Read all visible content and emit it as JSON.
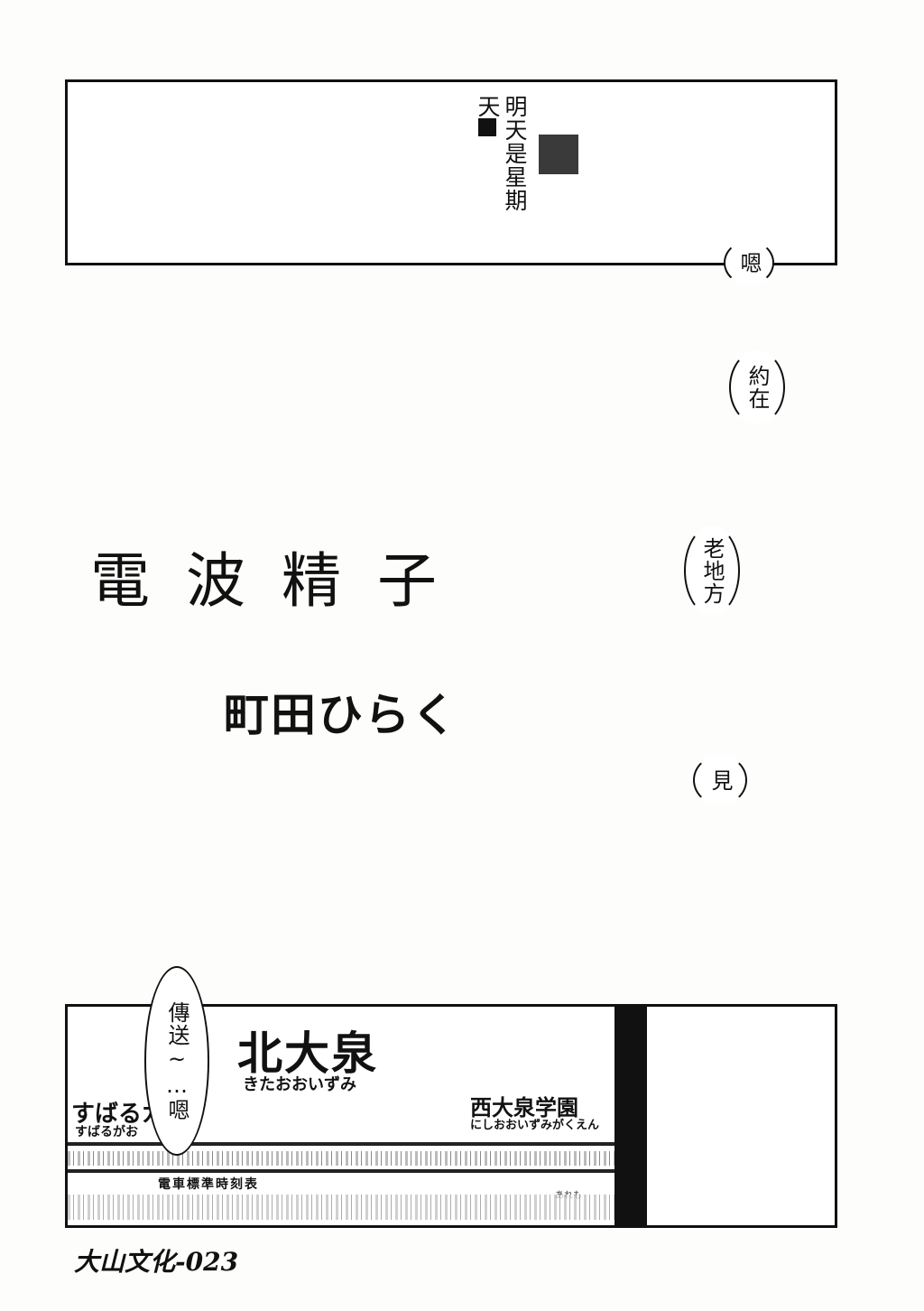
{
  "top_panel": {
    "caption_line1": "明天是星期",
    "caption_line2": "天"
  },
  "bubbles": {
    "b1": "嗯",
    "b2": "約在",
    "b3": "老地方",
    "b4": "見",
    "b5": "傳送~…嗯"
  },
  "title": "電波精子",
  "author": "町田ひらく",
  "sign": {
    "big": "北大泉",
    "big_kana": "きたおおいずみ",
    "left": "すばるガ",
    "left_kana": "すばるがお",
    "right": "西大泉学園",
    "right_kana": "にしおおいずみがくえん",
    "timetable": "電車標準時刻表",
    "timetable_right": "あれも"
  },
  "footer": "大山文化-023"
}
